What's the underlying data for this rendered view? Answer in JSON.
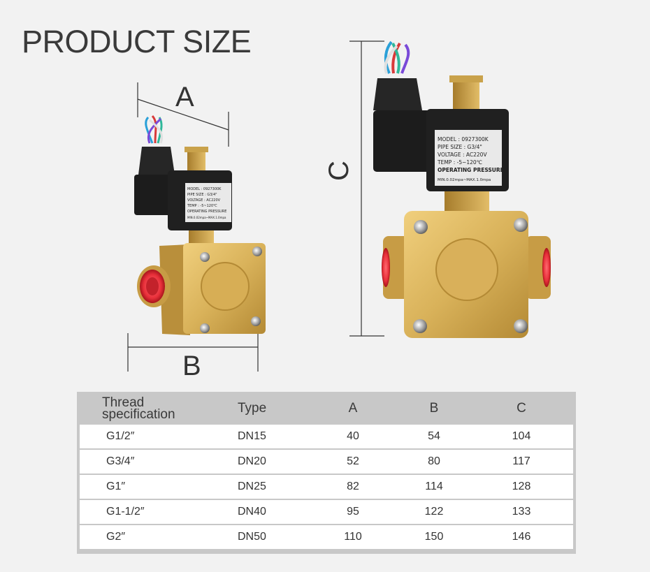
{
  "header": {
    "title": "PRODUCT SIZE"
  },
  "dimensions": {
    "a": "A",
    "b": "B",
    "c": "C"
  },
  "small_valve": {
    "label_lines": [
      "MODEL : 0927300K",
      "PIPE SIZE : G3/4\"",
      "VOLTAGE : AC220V",
      "TEMP : -5~120℃",
      "OPERATING PRESSURE",
      "MIN.0.02mpa~MAX.1.0mpa"
    ]
  },
  "large_valve": {
    "label_lines": [
      "MODEL : 0927300K",
      "PIPE SIZE : G3/4\"",
      "VOLTAGE : AC220V",
      "TEMP : -5~120℃",
      "OPERATING PRESSURE",
      "MIN.0.02mpa~MAX.1.0mpa"
    ]
  },
  "colors": {
    "brass": "#d9b25a",
    "brass_dark": "#b48a35",
    "port_red": "#e8303a",
    "coil_black": "#1c1c1c",
    "table_header": "#c8c8c8"
  },
  "table": {
    "headers": {
      "thread_line1": "Thread",
      "thread_line2": "specification",
      "type": "Type",
      "a": "A",
      "b": "B",
      "c": "C"
    },
    "rows": [
      {
        "thread": "G1/2″",
        "type": "DN15",
        "a": "40",
        "b": "54",
        "c": "104"
      },
      {
        "thread": "G3/4″",
        "type": "DN20",
        "a": "52",
        "b": "80",
        "c": "117"
      },
      {
        "thread": "G1″",
        "type": "DN25",
        "a": "82",
        "b": "114",
        "c": "128"
      },
      {
        "thread": "G1-1/2″",
        "type": "DN40",
        "a": "95",
        "b": "122",
        "c": "133"
      },
      {
        "thread": "G2″",
        "type": "DN50",
        "a": "110",
        "b": "150",
        "c": "146"
      }
    ]
  }
}
